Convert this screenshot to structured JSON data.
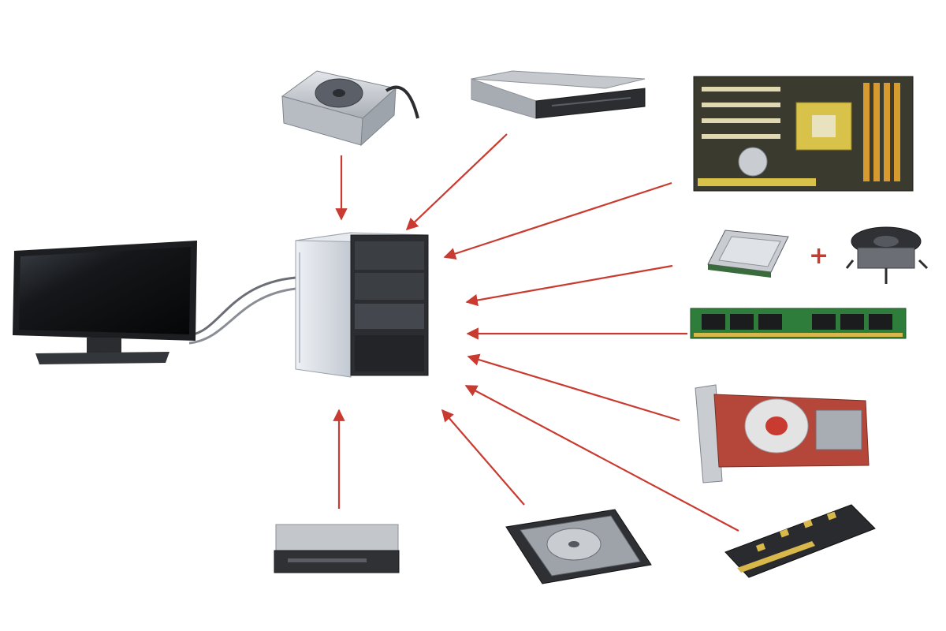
{
  "diagram": {
    "center_component": "computer-case",
    "components": [
      "power-supply",
      "optical-drive",
      "motherboard",
      "cpu",
      "cpu-cooler",
      "ram",
      "graphics-card",
      "sound-card",
      "hard-drive",
      "floppy-drive",
      "monitor"
    ],
    "plus_symbol": "+",
    "colors": {
      "arrow": "#c93a30",
      "background": "#ffffff",
      "case": "#dfe4ea",
      "case_front": "#2b2d30",
      "pcb_green": "#2f7d3a",
      "pcb_red": "#b5473a",
      "metal": "#c9cdd2",
      "dark_metal": "#3a3d42"
    }
  }
}
